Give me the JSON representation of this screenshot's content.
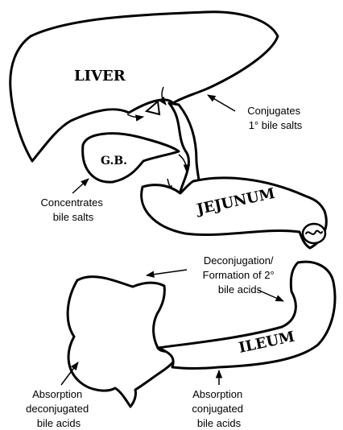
{
  "organs": {
    "liver": "LIVER",
    "gallbladder": "G.B.",
    "jejunum": "JEJUNUM",
    "ileum": "ILEUM"
  },
  "annotations": {
    "liver_note": [
      "Conjugates",
      "1° bile salts"
    ],
    "gb_note": [
      "Concentrates",
      "bile salts"
    ],
    "colon_note": [
      "Deconjugation/",
      "Formation of 2°",
      "bile acids"
    ],
    "colon_absorption": [
      "Absorption",
      "deconjugated",
      "bile acids"
    ],
    "ileum_absorption": [
      "Absorption",
      "conjugated",
      "bile acids"
    ]
  }
}
